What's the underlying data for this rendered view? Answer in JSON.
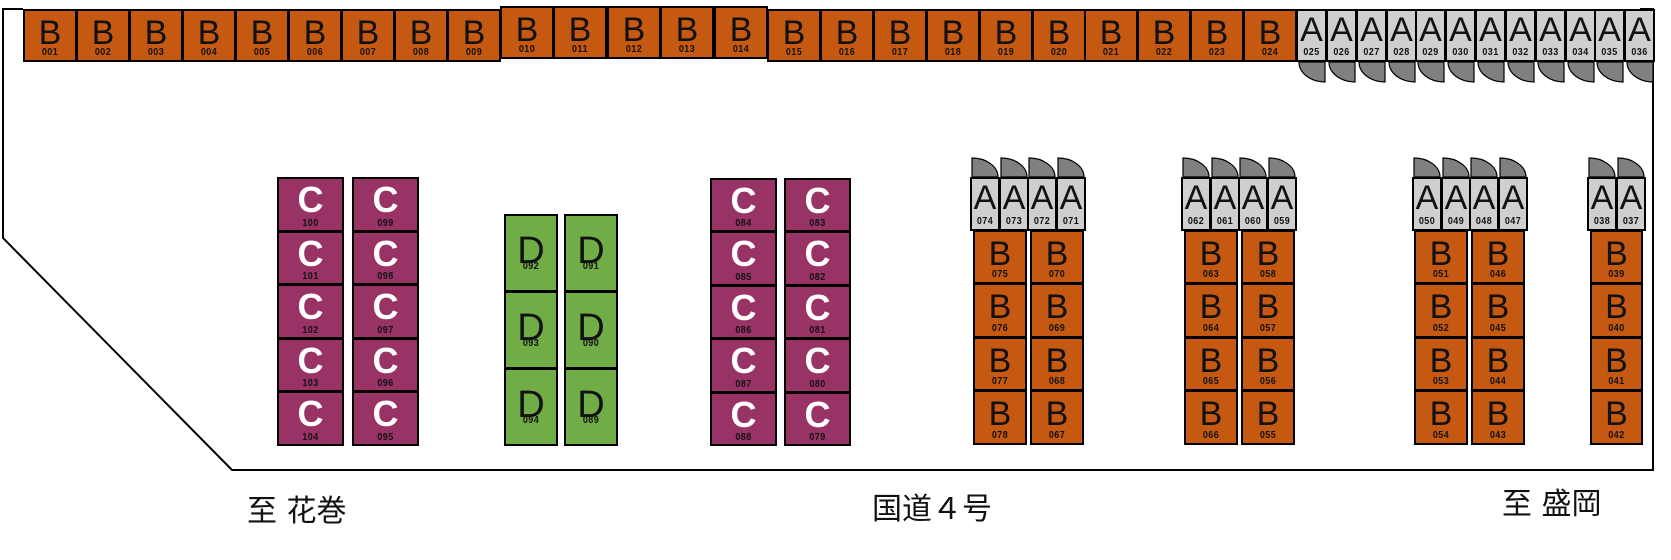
{
  "title": "Storage unit site layout",
  "colors": {
    "A": "#d0cece",
    "B": "#c65911",
    "C": "#993366",
    "D": "#70ad47",
    "door": "#808080",
    "outline": "#000000"
  },
  "labels": {
    "to_hanamaki": "至 花巻",
    "route": "国道４号",
    "to_morioka": "至 盛岡"
  },
  "top_row": {
    "B_units": [
      "001",
      "002",
      "003",
      "004",
      "005",
      "006",
      "007",
      "008",
      "009",
      "010",
      "011",
      "012",
      "013",
      "014",
      "015",
      "016",
      "017",
      "018",
      "019",
      "020",
      "021",
      "022",
      "023",
      "024"
    ],
    "A_units": [
      "025",
      "026",
      "027",
      "028",
      "029",
      "030",
      "031",
      "032",
      "033",
      "034",
      "035",
      "036"
    ]
  },
  "groups": [
    {
      "name": "c-block-left",
      "type": "C",
      "columns": [
        [
          "100",
          "101",
          "102",
          "103",
          "104"
        ],
        [
          "099",
          "098",
          "097",
          "096",
          "095"
        ]
      ]
    },
    {
      "name": "d-block",
      "type": "D",
      "columns": [
        [
          "092",
          "093",
          "094"
        ],
        [
          "091",
          "090",
          "089"
        ]
      ]
    },
    {
      "name": "c-block-center",
      "type": "C",
      "columns": [
        [
          "084",
          "085",
          "086",
          "087",
          "088"
        ],
        [
          "083",
          "082",
          "081",
          "080",
          "079"
        ]
      ]
    },
    {
      "name": "ab-block-1",
      "A_units": [
        "074",
        "073",
        "072",
        "071"
      ],
      "B_columns": [
        [
          "075",
          "076",
          "077",
          "078"
        ],
        [
          "070",
          "069",
          "068",
          "067"
        ]
      ]
    },
    {
      "name": "ab-block-2",
      "A_units": [
        "062",
        "061",
        "060",
        "059"
      ],
      "B_columns": [
        [
          "063",
          "064",
          "065",
          "066"
        ],
        [
          "058",
          "057",
          "056",
          "055"
        ]
      ]
    },
    {
      "name": "ab-block-3",
      "A_units": [
        "050",
        "049",
        "048",
        "047"
      ],
      "B_columns": [
        [
          "051",
          "052",
          "053",
          "054"
        ],
        [
          "046",
          "045",
          "044",
          "043"
        ]
      ]
    },
    {
      "name": "ab-block-4",
      "A_units": [
        "038",
        "037"
      ],
      "B_columns": [
        [
          "039",
          "040",
          "041",
          "042"
        ]
      ]
    }
  ]
}
